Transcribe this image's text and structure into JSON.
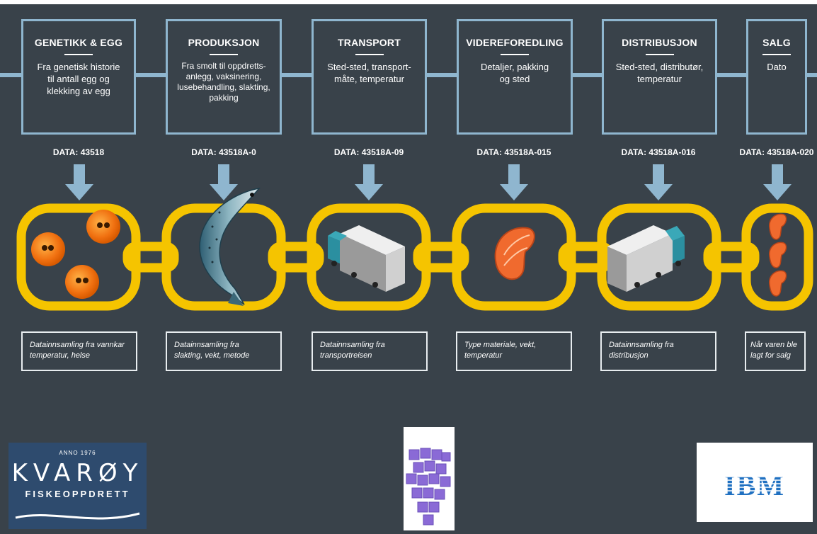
{
  "stages": [
    {
      "title": "GENETIKK & EGG",
      "desc": [
        "Fra genetisk historie",
        "til antall egg og",
        "klekking av egg"
      ],
      "data": "DATA: 43518",
      "note": [
        "Datainnsamling fra vannkar",
        "temperatur, helse"
      ],
      "icon": "fish-eggs-icon"
    },
    {
      "title": "PRODUKSJON",
      "desc": [
        "Fra smolt til oppdretts-",
        "anlegg, vaksinering,",
        "lusebehandling, slakting,",
        "pakking"
      ],
      "data": "DATA: 43518A-0",
      "note": [
        "Datainnsamling fra",
        "slakting, vekt, metode"
      ],
      "icon": "salmon-icon"
    },
    {
      "title": "TRANSPORT",
      "desc": [
        "Sted-sted, transport-",
        "måte, temperatur"
      ],
      "data": "DATA: 43518A-09",
      "note": [
        "Datainnsamling fra",
        "transportreisen"
      ],
      "icon": "truck-icon"
    },
    {
      "title": "VIDEREFOREDLING",
      "desc": [
        "Detaljer, pakking",
        "og sted"
      ],
      "data": "DATA: 43518A-015",
      "note": [
        "Type materiale, vekt,",
        "temperatur"
      ],
      "icon": "salmon-steak-icon"
    },
    {
      "title": "DISTRIBUSJON",
      "desc": [
        "Sted-sted, distributør,",
        "temperatur"
      ],
      "data": "DATA: 43518A-016",
      "note": [
        "Datainnsamling fra",
        "distribusjon"
      ],
      "icon": "truck-icon"
    },
    {
      "title": "SALG",
      "desc": [
        "Dato"
      ],
      "data": "DATA: 43518A-020",
      "note": [
        "Når varen ble",
        "lagt for salg"
      ],
      "icon": "salmon-steaks-icon"
    }
  ],
  "logos": {
    "kvaroy": {
      "anno": "ANNO 1976",
      "name": "KVARØY",
      "sub": "FISKEOPPDRETT"
    },
    "ibm": "IBM"
  },
  "colors": {
    "background": "#39424a",
    "frame": "#8fb6cf",
    "chain": "#f5c400",
    "arrow": "#8fb6cf"
  }
}
